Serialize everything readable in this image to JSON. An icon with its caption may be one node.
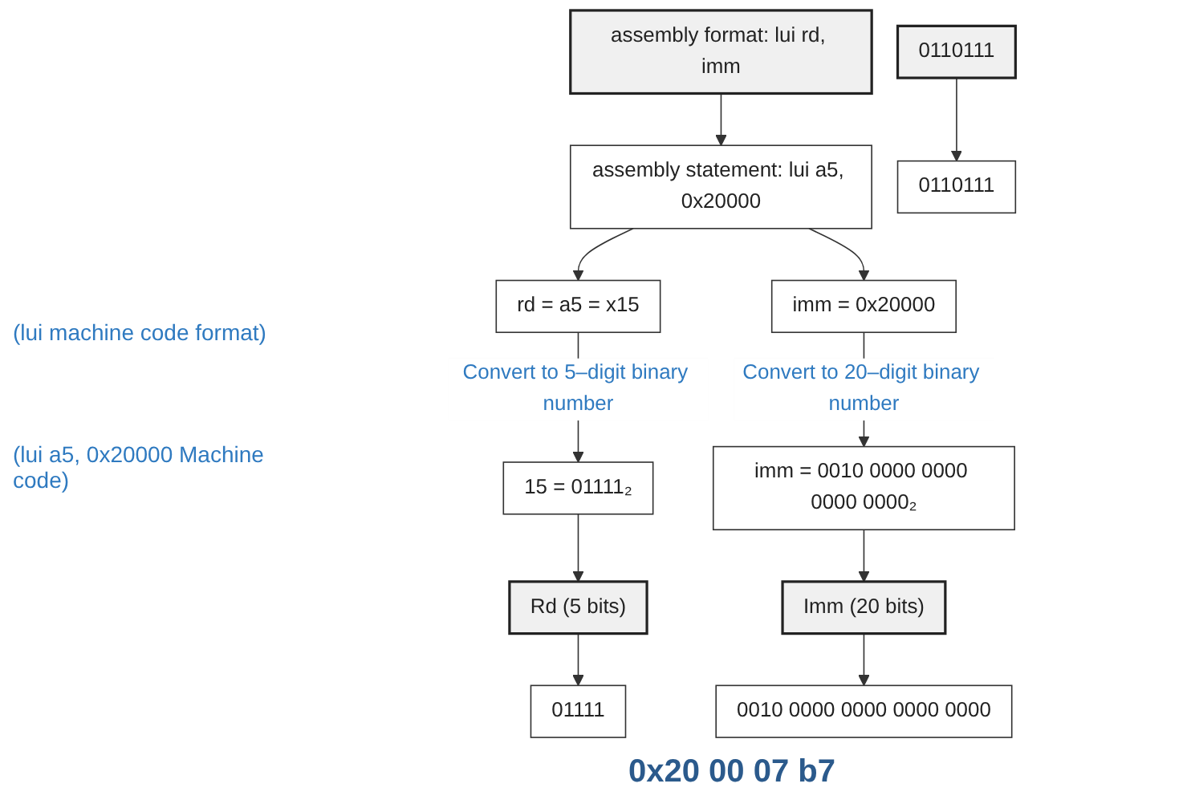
{
  "diagram": {
    "nodes": [
      {
        "text": [
          "assembly format: lui rd, imm"
        ]
      },
      {
        "text": [
          "assembly statement: lui a5, 0x20000"
        ]
      },
      {
        "text": [
          "rd = a5 = x15"
        ]
      },
      {
        "text": [
          "imm = 0x20000"
        ]
      },
      {
        "text": [
          "15 = 01111₂"
        ]
      },
      {
        "text": [
          "imm = 0010 0000 0000 0000 0000₂"
        ]
      },
      {
        "text": [
          "Imm (20 bits)"
        ]
      },
      {
        "text": [
          "Rd (5 bits)"
        ]
      },
      {
        "text": [
          "0110111"
        ]
      },
      {
        "text": [
          "0010 0000 0000 0000 0000"
        ]
      },
      {
        "text": [
          "01111"
        ]
      },
      {
        "text": [
          "0110111"
        ]
      }
    ],
    "edges": [
      {
        "from": 0,
        "to": 1,
        "arrow": "to"
      },
      {
        "from": 1,
        "to": 2,
        "arrow": "to"
      },
      {
        "from": 1,
        "to": 3,
        "arrow": "to"
      },
      {
        "from": 2,
        "to": 4,
        "arrow": "to",
        "label": "Convert to 5–digit binary number"
      },
      {
        "from": 3,
        "to": 5,
        "arrow": "to",
        "label": "Convert to 20–digit binary number"
      },
      {
        "from": 4,
        "to": 7,
        "arrow": "to"
      },
      {
        "from": 5,
        "to": 6,
        "arrow": "to"
      },
      {
        "from": 6,
        "to": 9,
        "arrow": "to"
      },
      {
        "from": 7,
        "to": 10,
        "arrow": "to"
      },
      {
        "from": 8,
        "to": 11,
        "arrow": "to"
      }
    ],
    "labels": [
      "(lui machine code format)",
      "(lui a5, 0x20000 Machine code)",
      "0x20 00 07 b7"
    ]
  }
}
